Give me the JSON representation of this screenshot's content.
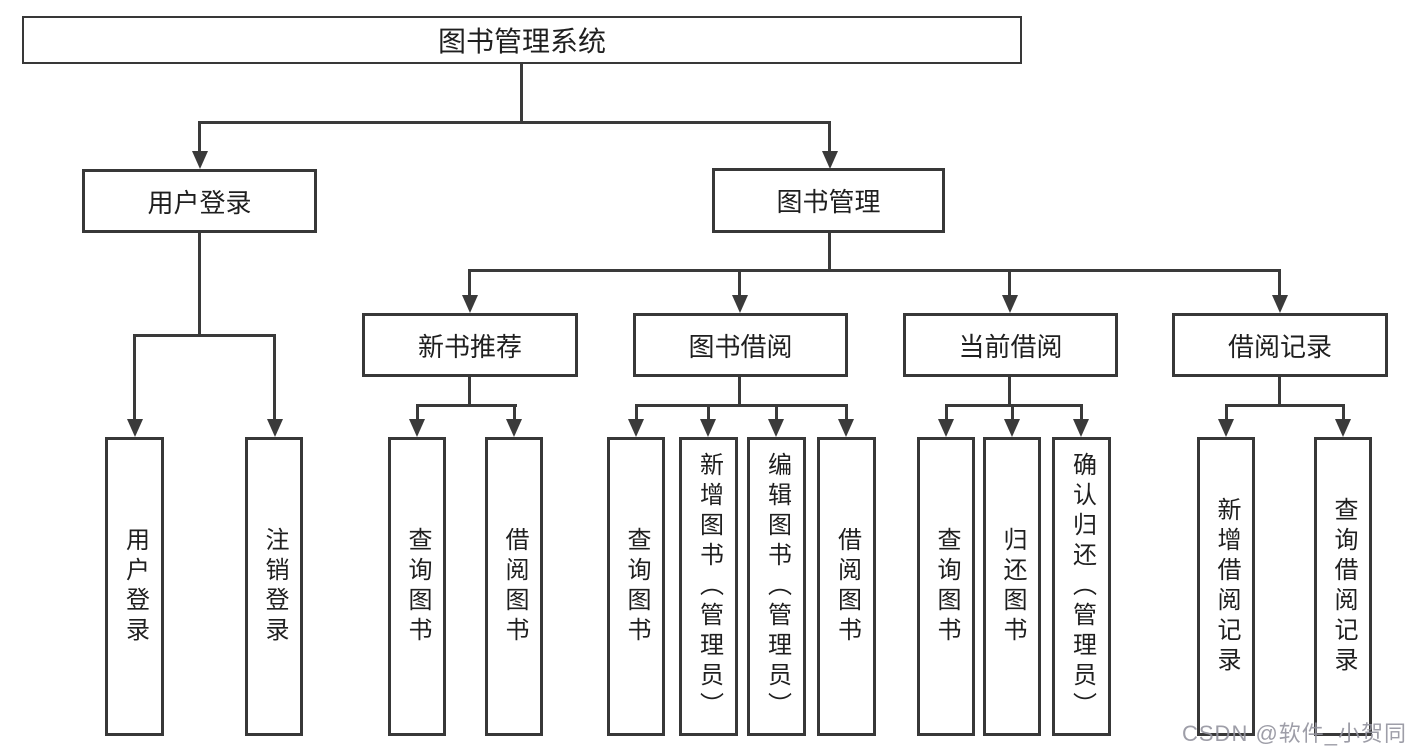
{
  "colors": {
    "line": "#3a3a3a",
    "box_border": "#383838",
    "box_background": "#ffffff",
    "text": "#1f1f1f",
    "watermark_text": "#94949e"
  },
  "root": {
    "label": "图书管理系统"
  },
  "branches": [
    {
      "label": "用户登录",
      "children": [
        "用户登录",
        "注销登录"
      ]
    },
    {
      "label": "图书管理",
      "groups": [
        {
          "label": "新书推荐",
          "children": [
            "查询图书",
            "借阅图书"
          ]
        },
        {
          "label": "图书借阅",
          "children": [
            "查询图书",
            "新增图书（管理员）",
            "编辑图书（管理员）",
            "借阅图书"
          ]
        },
        {
          "label": "当前借阅",
          "children": [
            "查询图书",
            "归还图书",
            "确认归还（管理员）"
          ]
        },
        {
          "label": "借阅记录",
          "children": [
            "新增借阅记录",
            "查询借阅记录"
          ]
        }
      ]
    }
  ],
  "watermark": "CSDN @软件_小贺同学"
}
